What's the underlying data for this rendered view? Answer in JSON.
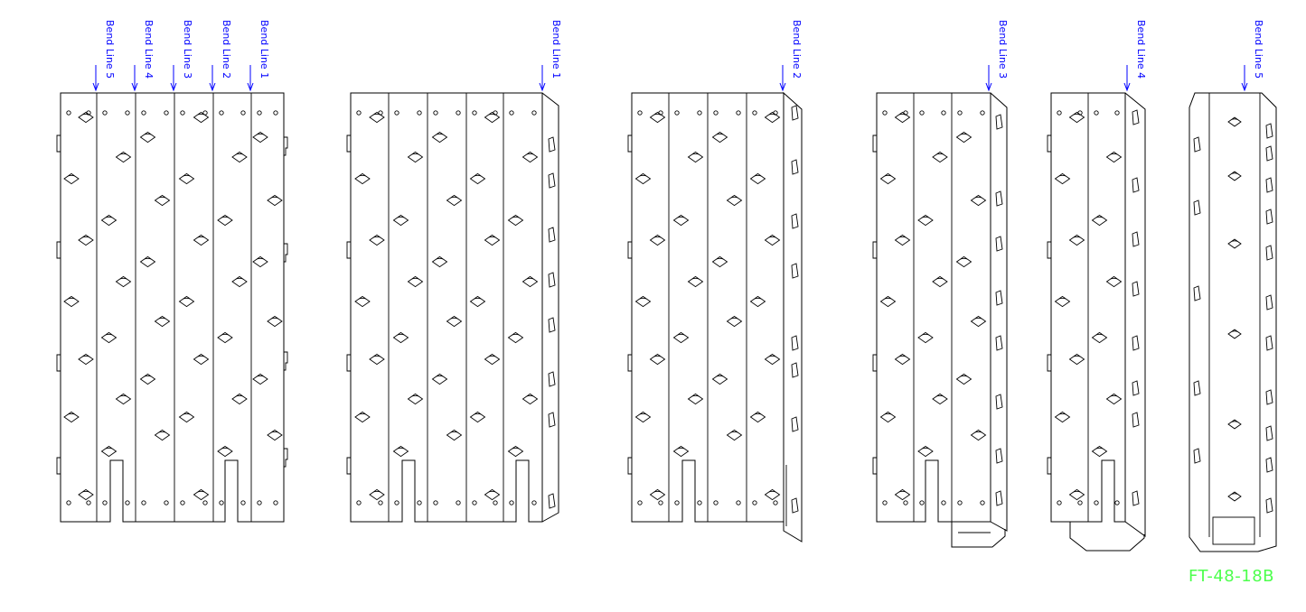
{
  "drawing": {
    "part_number": "FT-48-18B",
    "panels": [
      {
        "id": "flat",
        "bend_labels": [
          "Bend Line 5",
          "Bend Line 4",
          "Bend Line 3",
          "Bend Line 2",
          "Bend Line 1"
        ]
      },
      {
        "id": "step-1",
        "bend_labels": [
          "Bend Line 1"
        ]
      },
      {
        "id": "step-2",
        "bend_labels": [
          "Bend Line 2"
        ]
      },
      {
        "id": "step-3",
        "bend_labels": [
          "Bend Line 3"
        ]
      },
      {
        "id": "step-4",
        "bend_labels": [
          "Bend Line 4"
        ]
      },
      {
        "id": "step-5",
        "bend_labels": [
          "Bend Line 5"
        ]
      }
    ]
  },
  "colors": {
    "label": "#0000ff",
    "line": "#000000",
    "part_number": "#4dff4d",
    "background": "#ffffff"
  }
}
